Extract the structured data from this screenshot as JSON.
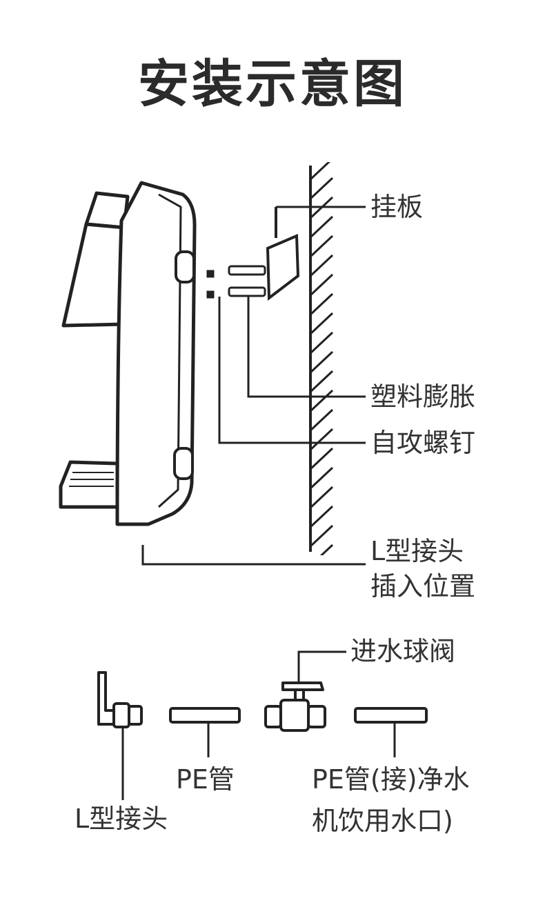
{
  "title": "安装示意图",
  "labels": {
    "hanger": "挂板",
    "anchor": "塑料膨胀",
    "screw": "自攻螺钉",
    "l_fitting_pos_line1": "L型接头",
    "l_fitting_pos_line2": "插入位置",
    "inlet_valve": "进水球阀",
    "pe_tube_1": "PE管",
    "pe_tube_2_line1": "PE管(接)净水",
    "pe_tube_2_line2": "机饮用水口)",
    "l_fitting": "L型接头"
  }
}
